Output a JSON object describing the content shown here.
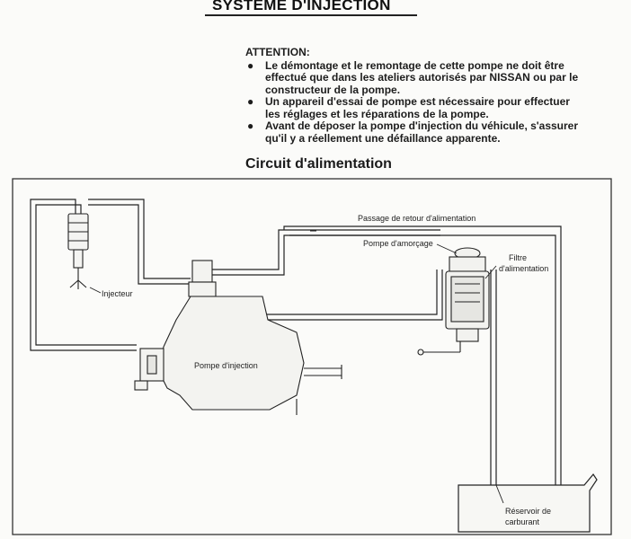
{
  "header": {
    "title": "SYSTEME D'INJECTION"
  },
  "attention": {
    "title": "ATTENTION:",
    "items": [
      {
        "bullet": "●",
        "lines": [
          "Le démontage et le remontage de cette pompe ne doit être",
          "effectué que dans les ateliers autorisés par NISSAN ou par le",
          "constructeur de la pompe."
        ]
      },
      {
        "bullet": "●",
        "lines": [
          "Un appareil d'essai de pompe est nécessaire pour effectuer",
          "les réglages et les réparations de la pompe."
        ]
      },
      {
        "bullet": "●",
        "lines": [
          "Avant de déposer la pompe d'injection du véhicule, s'assurer",
          "qu'il y a réellement une défaillance apparente."
        ]
      }
    ]
  },
  "section": {
    "title": "Circuit d'alimentation"
  },
  "diagram": {
    "labels": {
      "return_passage": "Passage de retour d'alimentation",
      "priming_pump": "Pompe d'amorçage",
      "filter_line1": "Filtre",
      "filter_line2": "d'alimentation",
      "injector": "Injecteur",
      "injection_pump": "Pompe d'injection",
      "tank_line1": "Réservoir de",
      "tank_line2": "carburant"
    }
  }
}
